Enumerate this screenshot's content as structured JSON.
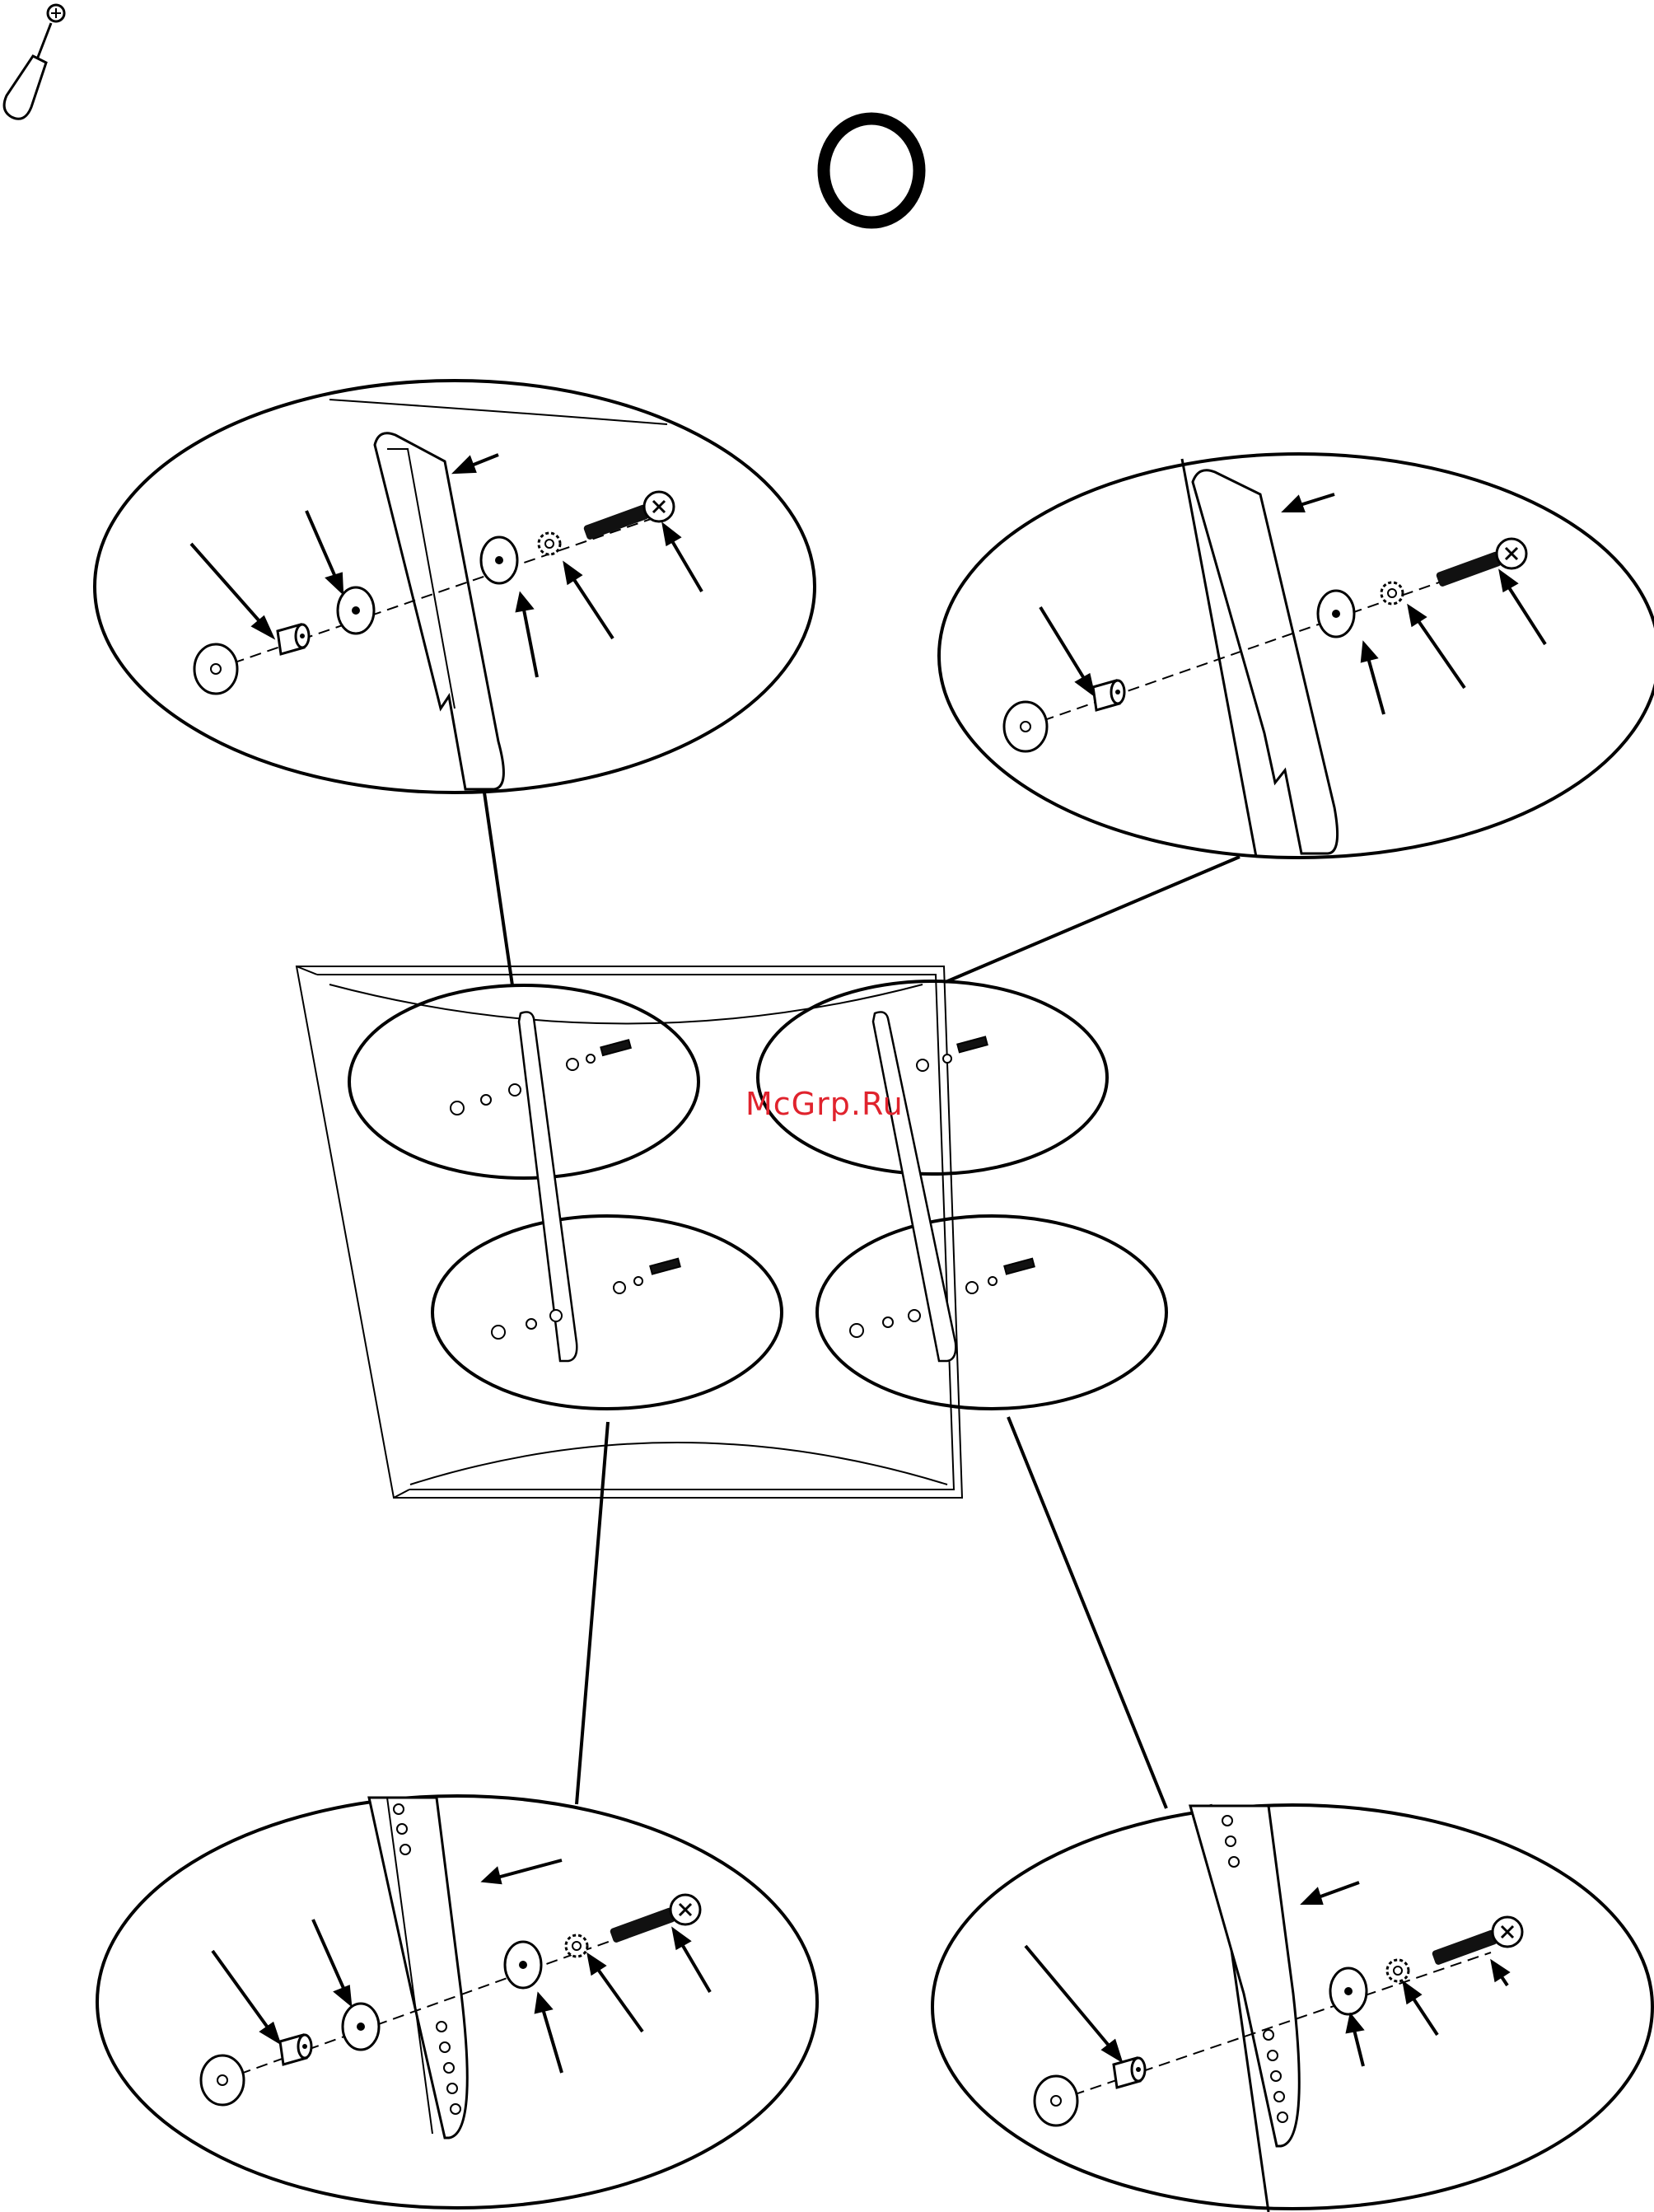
{
  "page": {
    "type": "assembly-instruction-diagram",
    "tool": "phillips-screwdriver-icon",
    "step_marker": "O",
    "background_color": "#ffffff",
    "line_color": "#000000"
  },
  "watermark": {
    "text": "McGrp.Ru",
    "color": "#e0232d"
  },
  "callouts": [
    {
      "id": "top-left",
      "position": "top-left",
      "parts": [
        "washer",
        "spacer",
        "washer",
        "bracket",
        "washer",
        "lock-washer",
        "screw"
      ]
    },
    {
      "id": "top-right",
      "position": "top-right",
      "parts": [
        "washer",
        "spacer",
        "bracket",
        "washer",
        "lock-washer",
        "screw"
      ]
    },
    {
      "id": "bottom-left",
      "position": "bottom-left",
      "parts": [
        "washer",
        "spacer",
        "washer",
        "bracket",
        "washer",
        "lock-washer",
        "screw"
      ]
    },
    {
      "id": "bottom-right",
      "position": "bottom-right",
      "parts": [
        "washer",
        "spacer",
        "bracket",
        "washer",
        "lock-washer",
        "screw"
      ]
    }
  ]
}
